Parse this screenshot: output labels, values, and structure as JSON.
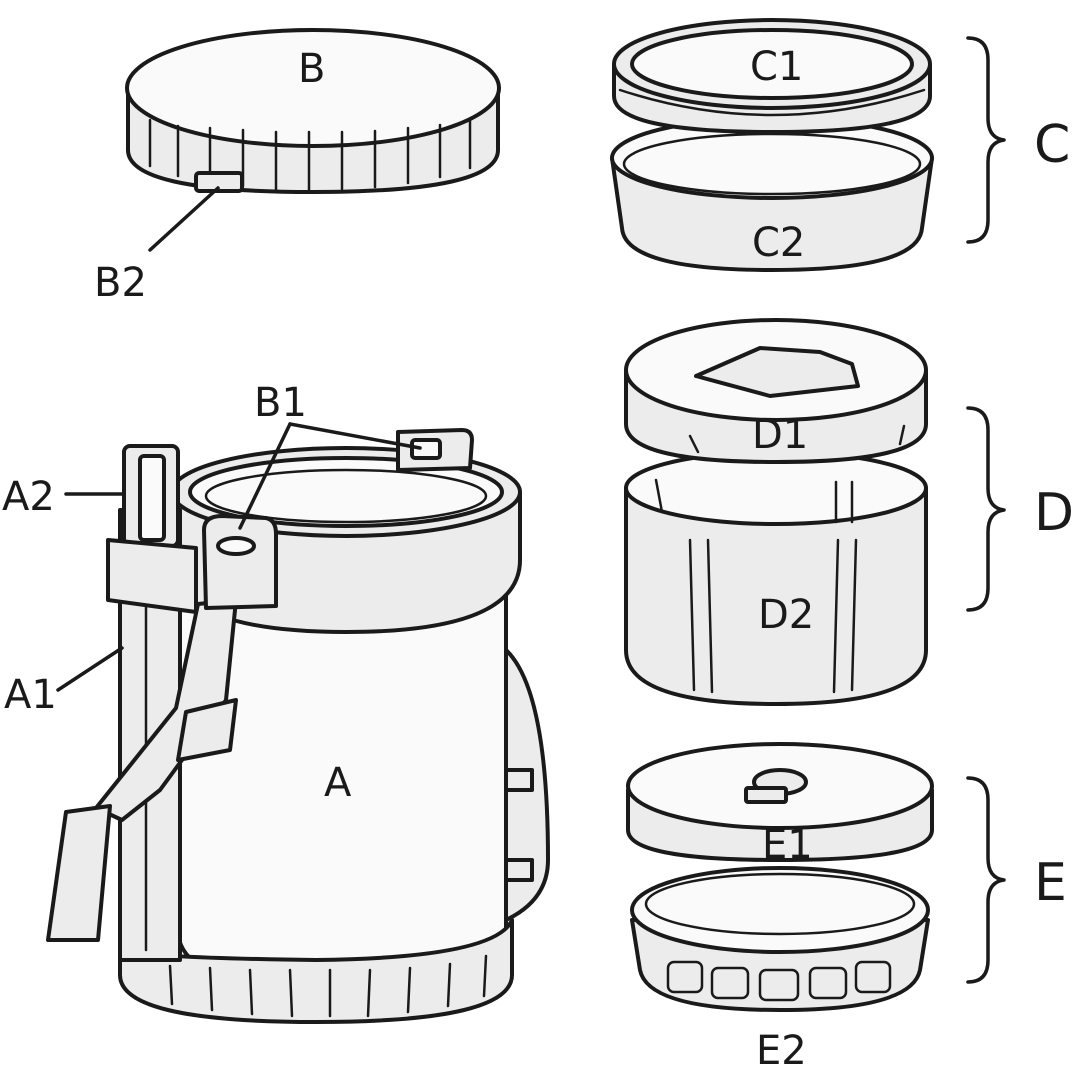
{
  "labels": {
    "A": "A",
    "A1": "A1",
    "A2": "A2",
    "B": "B",
    "B1": "B1",
    "B2": "B2",
    "C": "C",
    "C1": "C1",
    "C2": "C2",
    "D": "D",
    "D1": "D1",
    "D2": "D2",
    "E": "E",
    "E1": "E1",
    "E2": "E2"
  },
  "colors": {
    "outline": "#1a1a1a",
    "fill": "#ececec",
    "highlight": "#fafafa"
  }
}
